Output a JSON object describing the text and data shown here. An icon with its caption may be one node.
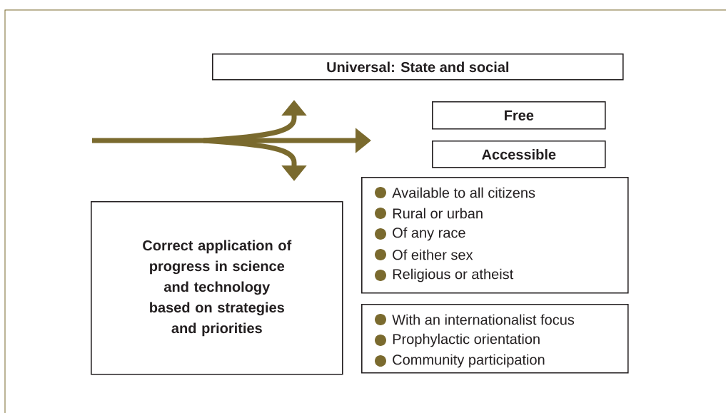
{
  "diagram": {
    "nodes": [
      {
        "text": [
          "Universal: State and social"
        ]
      },
      {
        "text": [
          "Free"
        ]
      },
      {
        "text": [
          "Accessible"
        ]
      },
      {
        "text": [
          "Correct application of progress in science and technology based on strategies and priorities"
        ]
      },
      {
        "text": [
          "Available to all citizens",
          "Rural or urban",
          "Of any race",
          "Of either sex",
          "Religious or atheist"
        ]
      },
      {
        "text": [
          "With an internationalist focus",
          "Prophylactic orientation",
          "Community participation"
        ]
      }
    ]
  }
}
